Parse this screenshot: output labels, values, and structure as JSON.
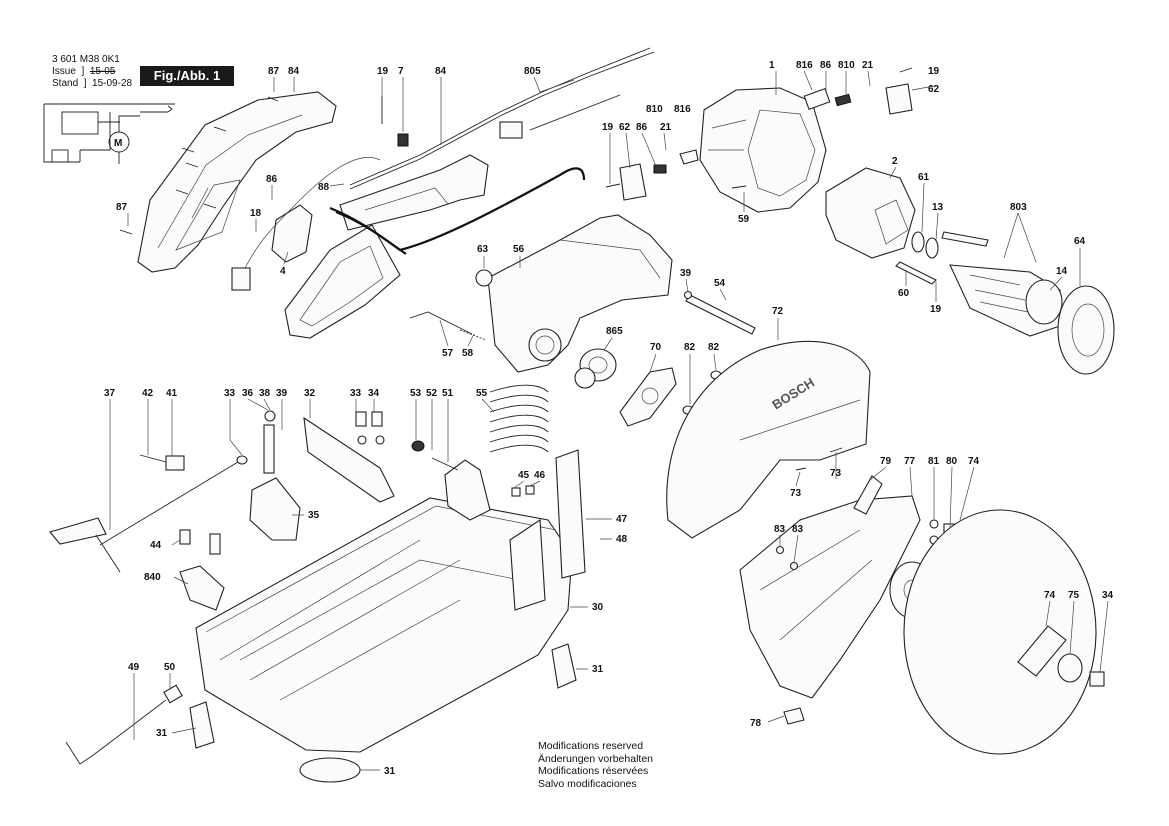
{
  "header": {
    "part_number": "3 601 M38 0K1",
    "issue_label": "Issue",
    "issue_value": "15-05",
    "stand_label": "Stand",
    "stand_value": "15-09-28",
    "figure_label": "Fig./Abb. 1"
  },
  "modifications": [
    "Modifications reserved",
    "Änderungen vorbehalten",
    "Modifications réservées",
    "Salvo modificaciones"
  ],
  "brand_mark": "BOSCH",
  "motor_symbol": "M",
  "part_labels": {
    "p87a": "87",
    "p84a": "84",
    "p19a": "19",
    "p7": "7",
    "p84b": "84",
    "p805": "805",
    "p1": "1",
    "p816a": "816",
    "p86a": "86",
    "p810a": "810",
    "p21a": "21",
    "p19b": "19",
    "p62a": "62",
    "p810b": "810",
    "p816b": "816",
    "p19c": "19",
    "p62b": "62",
    "p86b": "86",
    "p21b": "21",
    "p59": "59",
    "p2": "2",
    "p61": "61",
    "p13": "13",
    "p803": "803",
    "p64": "64",
    "p14": "14",
    "p60": "60",
    "p19d": "19",
    "p87b": "87",
    "p86c": "86",
    "p18": "18",
    "p88": "88",
    "p4": "4",
    "p63": "63",
    "p56": "56",
    "p39a": "39",
    "p54": "54",
    "p57": "57",
    "p58": "58",
    "p865": "865",
    "p70": "70",
    "p82a": "82",
    "p82b": "82",
    "p72": "72",
    "p37": "37",
    "p42": "42",
    "p41": "41",
    "p33a": "33",
    "p36": "36",
    "p38": "38",
    "p39b": "39",
    "p32": "32",
    "p33b": "33",
    "p34a": "34",
    "p53": "53",
    "p52": "52",
    "p51": "51",
    "p55": "55",
    "p45": "45",
    "p46": "46",
    "p35": "35",
    "p44": "44",
    "p840": "840",
    "p47": "47",
    "p48": "48",
    "p30": "30",
    "p31a": "31",
    "p31b": "31",
    "p31c": "31",
    "p49": "49",
    "p50": "50",
    "p73a": "73",
    "p73b": "73",
    "p79": "79",
    "p77": "77",
    "p81": "81",
    "p80": "80",
    "p74a": "74",
    "p83a": "83",
    "p83b": "83",
    "p74b": "74",
    "p75": "75",
    "p34b": "34",
    "p78": "78"
  }
}
